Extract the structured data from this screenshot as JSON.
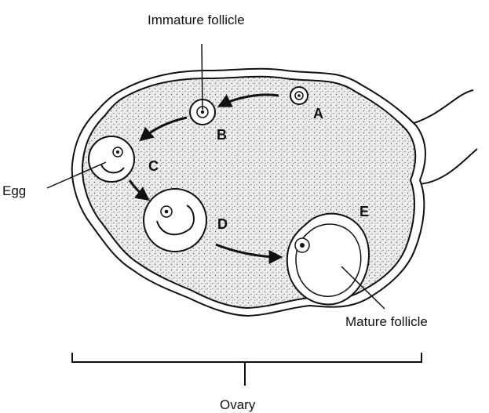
{
  "labels": {
    "immature_follicle": "Immature follicle",
    "egg": "Egg",
    "mature_follicle": "Mature follicle",
    "ovary": "Ovary",
    "stage_a": "A",
    "stage_b": "B",
    "stage_c": "C",
    "stage_d": "D",
    "stage_e": "E"
  },
  "colors": {
    "ink": "#111111",
    "ovary_fill": "#d8d8d8",
    "follicle_fill": "#ffffff"
  }
}
